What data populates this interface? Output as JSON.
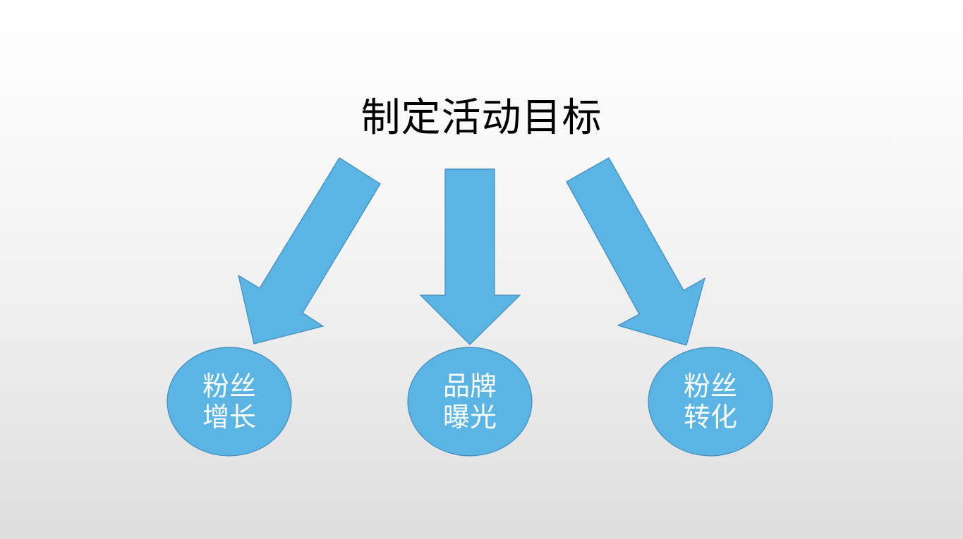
{
  "title": "制定活动目标",
  "colors": {
    "fill": "#5AB4E4",
    "stroke": "#3F8DBE",
    "text": "#FFFFFF"
  },
  "goals": [
    {
      "line1": "粉丝",
      "line2": "增长"
    },
    {
      "line1": "品牌",
      "line2": "曝光"
    },
    {
      "line1": "粉丝",
      "line2": "转化"
    }
  ]
}
